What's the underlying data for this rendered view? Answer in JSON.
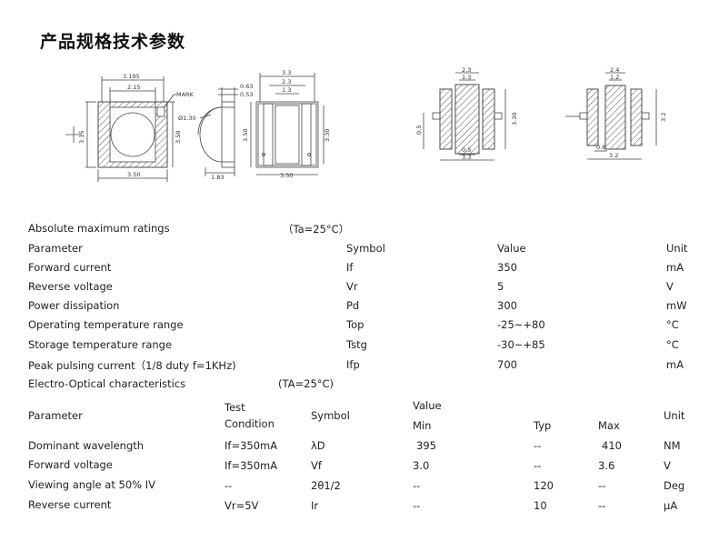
{
  "page_title": "产品规格技术参数",
  "drawing_labels": {
    "view1": {
      "width_top": "3.195",
      "width_inner": "2.15",
      "mark": "MARK",
      "height_left": "3.15",
      "width_bottom": "3.50",
      "height_right": "3.50"
    },
    "view2": {
      "dia": "Ø1.30",
      "h1": "0.63",
      "h2": "0.53",
      "w": "1.83"
    },
    "view3": {
      "w1": "3.3",
      "w2": "2.3",
      "w3": "1.3",
      "h_left": "3.50",
      "h_right": "3.30",
      "w_bottom": "3.50"
    },
    "view4": {
      "w1": "2.3",
      "w2": "1.3",
      "h_left": "0.5",
      "h_right": "3.30",
      "w_b1": "0.5",
      "w_b2": "3.3"
    },
    "view5": {
      "w1": "2.4",
      "w2": "1.2",
      "h_right": "3.2",
      "w_b1": "0.6",
      "w_b2": "3.2"
    }
  },
  "abs_section": {
    "title": "Absolute maximum ratings",
    "cond": "（Ta=25°C）",
    "headers": {
      "parameter": "Parameter",
      "symbol": "Symbol",
      "value": "Value",
      "unit": "Unit"
    },
    "rows": [
      {
        "parameter": "Forward current",
        "symbol": "If",
        "value": "350",
        "unit": "mA"
      },
      {
        "parameter": "Reverse voltage",
        "symbol": "Vr",
        "value": "5",
        "unit": "V"
      },
      {
        "parameter": "Power dissipation",
        "symbol": "Pd",
        "value": "300",
        "unit": "mW"
      },
      {
        "parameter": "Operating temperature range",
        "symbol": "Top",
        "value": "-25~+80",
        "unit": "°C"
      },
      {
        "parameter": "Storage temperature range",
        "symbol": "Tstg",
        "value": "-30~+85",
        "unit": "°C"
      },
      {
        "parameter": "Peak pulsing current（1/8 duty f=1KHz)",
        "symbol": "Ifp",
        "value": "700",
        "unit": "mA"
      }
    ]
  },
  "eo_section": {
    "title": "Electro-Optical characteristics",
    "cond": "(TA=25°C)",
    "headers": {
      "parameter": "Parameter",
      "test": "Test",
      "condition": "Condition",
      "symbol": "Symbol",
      "value": "Value",
      "min": "Min",
      "typ": "Typ",
      "max": "Max",
      "unit": "Unit"
    },
    "rows": [
      {
        "parameter": "Dominant wavelength",
        "condition": "If=350mA",
        "symbol": "λD",
        "min": "395",
        "typ": "--",
        "max": "410",
        "unit": "NM"
      },
      {
        "parameter": "Forward voltage",
        "condition": "If=350mA",
        "symbol": "Vf",
        "min": "3.0",
        "typ": "--",
        "max": "3.6",
        "unit": "V"
      },
      {
        "parameter": "Viewing angle at 50% IV",
        "condition": "--",
        "symbol": "2θ1/2",
        "min": "--",
        "typ": "120",
        "max": "--",
        "unit": "Deg"
      },
      {
        "parameter": "Reverse current",
        "condition": "Vr=5V",
        "symbol": "Ir",
        "min": "--",
        "typ": "10",
        "max": "--",
        "unit": "μA"
      }
    ]
  }
}
